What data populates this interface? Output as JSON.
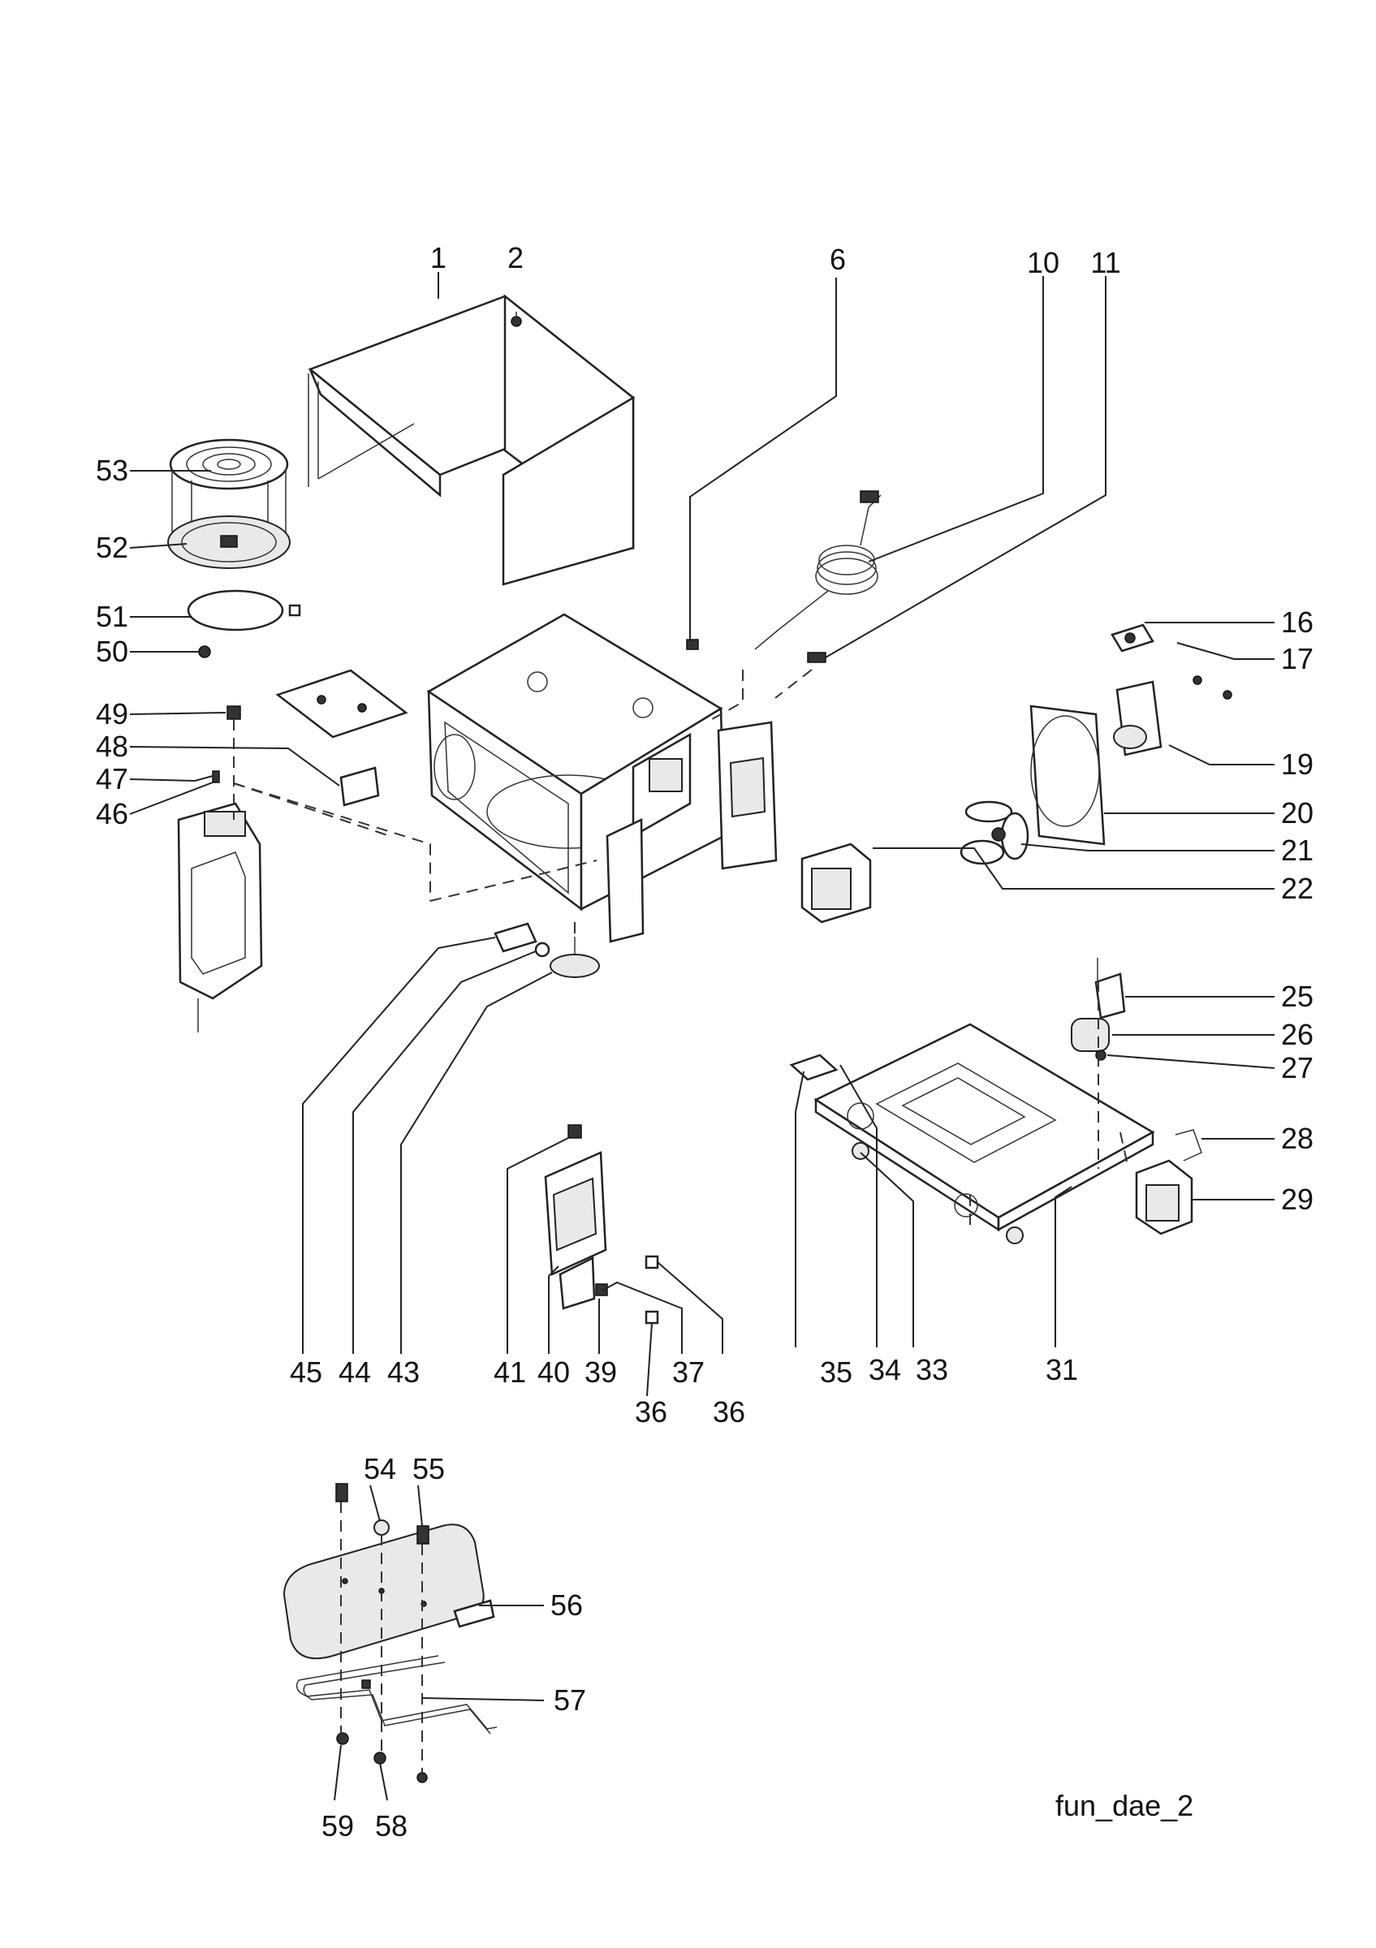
{
  "diagram_id": "fun_dae_2",
  "callouts": {
    "c1": "1",
    "c2": "2",
    "c6": "6",
    "c10": "10",
    "c11": "11",
    "c16": "16",
    "c17": "17",
    "c19": "19",
    "c20": "20",
    "c21": "21",
    "c22": "22",
    "c25": "25",
    "c26": "26",
    "c27": "27",
    "c28": "28",
    "c29": "29",
    "c31": "31",
    "c33": "33",
    "c34": "34",
    "c35": "35",
    "c36a": "36",
    "c36b": "36",
    "c37": "37",
    "c39": "39",
    "c40": "40",
    "c41": "41",
    "c43": "43",
    "c44": "44",
    "c45": "45",
    "c46": "46",
    "c47": "47",
    "c48": "48",
    "c49": "49",
    "c50": "50",
    "c51": "51",
    "c52": "52",
    "c53": "53",
    "c54": "54",
    "c55": "55",
    "c56": "56",
    "c57": "57",
    "c58": "58",
    "c59": "59"
  }
}
